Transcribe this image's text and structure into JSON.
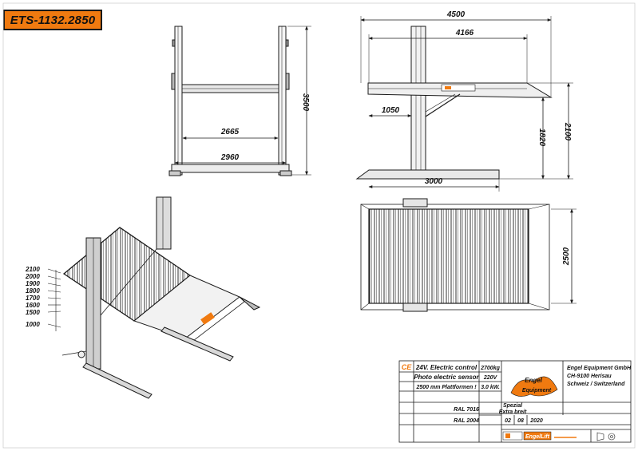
{
  "drawing": {
    "model": "ETS-1132.2850",
    "accent_color": "#f07a10",
    "line_color": "#1a1a1a"
  },
  "front_view": {
    "dim_height": "3500",
    "dim_inner_width": "2665",
    "dim_outer_width": "2960"
  },
  "side_view": {
    "dim_total_length": "4500",
    "dim_platform_length": "4166",
    "dim_overhang": "1050",
    "dim_base_length": "3000",
    "dim_lift_height": "1820",
    "dim_max_height": "2100"
  },
  "top_view": {
    "dim_width": "2500"
  },
  "iso_view": {
    "height_levels": [
      "2100",
      "2000",
      "1900",
      "1800",
      "1700",
      "1600",
      "1500",
      "1000"
    ]
  },
  "title_block": {
    "ce_mark": "CE",
    "feature_control": "24V. Electric control",
    "feature_sensor": "Photo electric sensor",
    "feature_platform": "2500 mm Plattformen !",
    "spec_capacity": "2700kg",
    "spec_voltage": "220V",
    "spec_power": "3.0 kW.",
    "color_1": "RAL 7016",
    "color_2": "RAL 2004",
    "special_label": "Spezial",
    "special_value": "Extra breit",
    "date_day": "02",
    "date_month": "08",
    "date_year": "2020",
    "company_name": "Engel Equipment GmbH",
    "company_address": "CH-9100  Herisau",
    "company_country": "Schweiz / Switzerland",
    "logo_word_1": "Engel",
    "logo_word_2": "Equipment",
    "footer_brand": "EngelLift"
  }
}
